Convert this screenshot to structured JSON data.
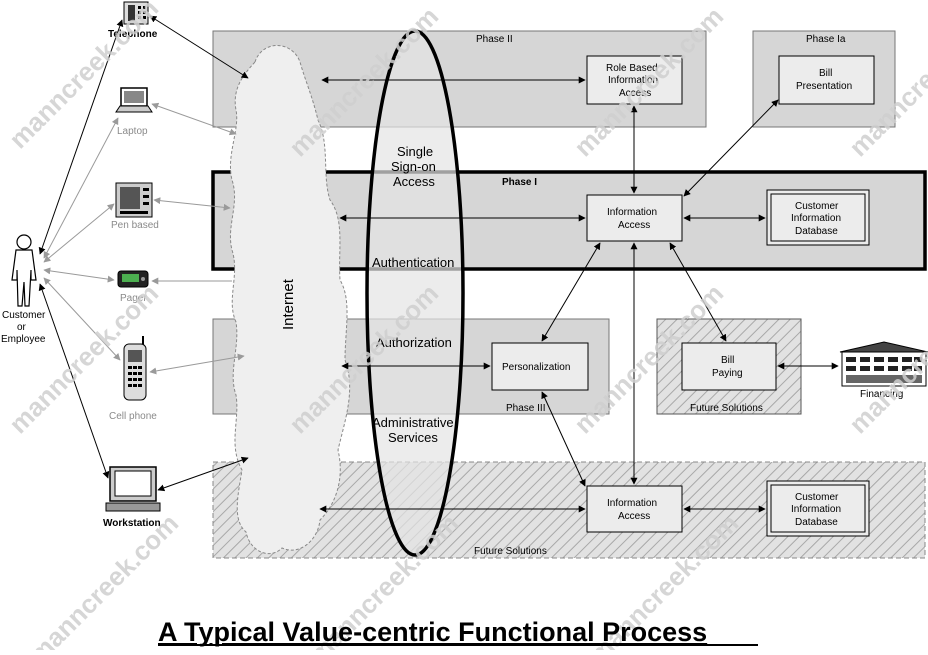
{
  "title": "A Typical Value-centric Functional Process",
  "watermark": "manncreek.com",
  "devices": {
    "telephone": "Telephone",
    "laptop": "Laptop",
    "pen_based": "Pen based",
    "pager": "Pager",
    "cell_phone": "Cell phone",
    "workstation": "Workstation"
  },
  "user": {
    "line1": "Customer",
    "line2": "or",
    "line3": "Employee"
  },
  "internet": "Internet",
  "ellipse": {
    "sso1": "Single",
    "sso2": "Sign-on",
    "sso3": "Access",
    "authentication": "Authentication",
    "authorization": "Authorization",
    "admin1": "Administrative",
    "admin2": "Services"
  },
  "phases": {
    "phase2": "Phase II",
    "phase1a": "Phase Ia",
    "phase1": "Phase I",
    "phase3": "Phase III",
    "future": "Future Solutions"
  },
  "boxes": {
    "role_based": [
      "Role Based",
      "Information",
      "Access"
    ],
    "bill_presentation": [
      "Bill",
      "Presentation"
    ],
    "info_access": [
      "Information",
      "Access"
    ],
    "customer_db": [
      "Customer",
      "Information",
      "Database"
    ],
    "personalization": "Personalization",
    "bill_paying": [
      "Bill",
      "Paying"
    ],
    "financing": "Financing"
  }
}
